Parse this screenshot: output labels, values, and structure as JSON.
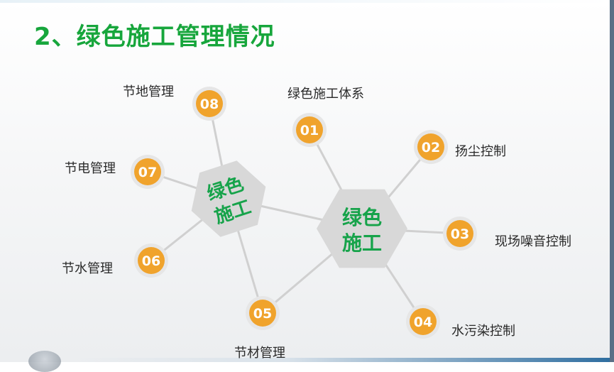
{
  "title": "2、绿色施工管理情况",
  "hubs": [
    {
      "line1": "绿色",
      "line2": "施工",
      "rotated": true
    },
    {
      "line1": "绿色",
      "line2": "施工",
      "rotated": false
    }
  ],
  "items": [
    {
      "num": "01",
      "label": "绿色施工体系"
    },
    {
      "num": "02",
      "label": "扬尘控制"
    },
    {
      "num": "03",
      "label": "现场噪音控制"
    },
    {
      "num": "04",
      "label": "水污染控制"
    },
    {
      "num": "05",
      "label": "节材管理"
    },
    {
      "num": "06",
      "label": "节水管理"
    },
    {
      "num": "07",
      "label": "节电管理"
    },
    {
      "num": "08",
      "label": "节地管理"
    }
  ],
  "colors": {
    "title": "#17a63c",
    "hub_fill": "#d8d8d8",
    "hub_text": "#16a34a",
    "badge_fill": "#f0a32c",
    "badge_ring": "#e6e6e6",
    "connector": "#d0d0d0"
  }
}
